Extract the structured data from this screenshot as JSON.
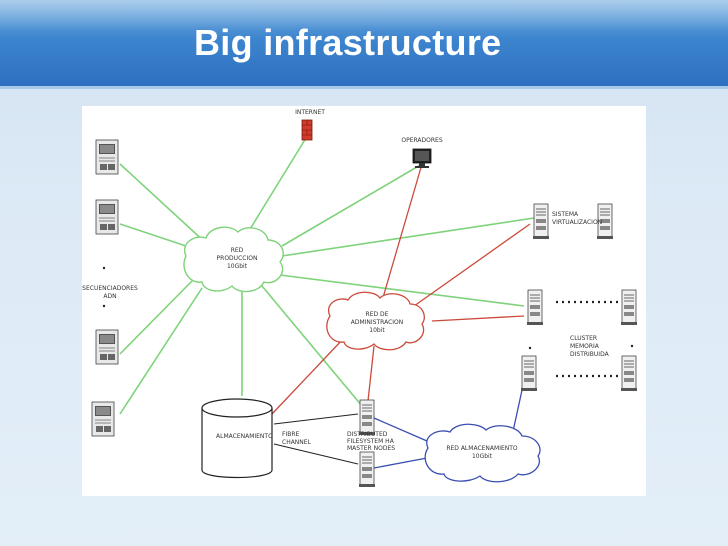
{
  "slide": {
    "title": "Big infrastructure"
  },
  "diagram": {
    "labels": {
      "internet": "INTERNET",
      "operadores": "OPERADORES",
      "red_produccion": [
        "RED",
        "PRODUCCION",
        "10Gbit"
      ],
      "red_administracion": [
        "RED DE",
        "ADMINISTRACION",
        "10bit"
      ],
      "red_almacenamiento": [
        "RED ALMACENAMIENTO",
        "10Gbit"
      ],
      "sistema_virtualizacion": [
        "SISTEMA",
        "VIRTUALIZACION"
      ],
      "cluster": [
        "CLUSTER",
        "MEMORIA",
        "DISTRIBUIDA"
      ],
      "secuenciadores": [
        "SECUENCIADORES",
        "ADN"
      ],
      "almacenamiento": "ALMACENAMIENTO",
      "fibre_channel": [
        "FIBRE",
        "CHANNEL"
      ],
      "distributed_fs": [
        "DISTRIBUTED",
        "FILESYSTEM HA",
        "MASTER NODES"
      ]
    },
    "colors": {
      "produccion_links": "#7ed37a",
      "administracion_links": "#cc4a3a",
      "almacenamiento_links": "#3a4fb0",
      "fibre_channel_links": "#222222",
      "firewall": "#d23a2a"
    },
    "icons": [
      "firewall-icon",
      "monitor-icon",
      "server-icon",
      "sequencer-icon",
      "database-cylinder-icon",
      "cloud-icon"
    ]
  }
}
